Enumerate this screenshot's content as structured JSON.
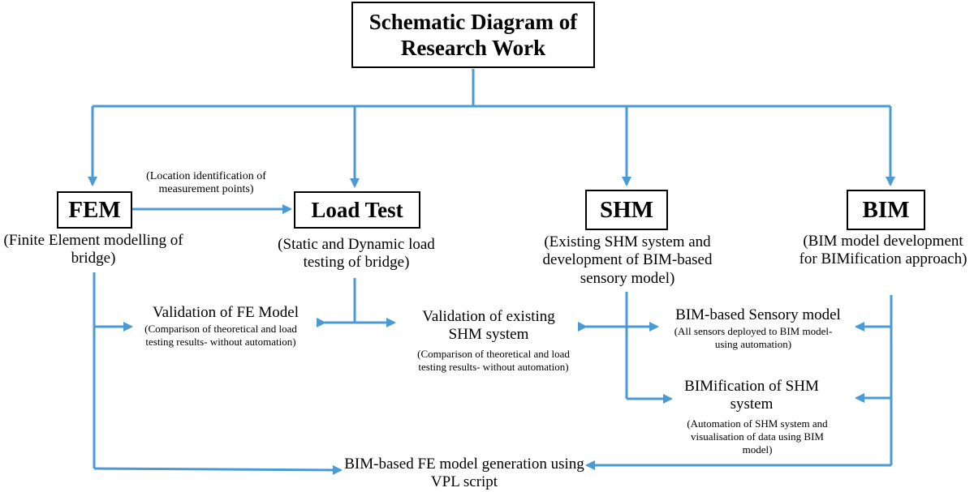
{
  "title": "Schematic Diagram of Research Work",
  "line_color": "#4a9ad4",
  "nodes": {
    "fem": {
      "label": "FEM",
      "desc": "(Finite Element modelling of bridge)"
    },
    "load_test": {
      "label": "Load Test",
      "desc": "(Static and Dynamic load testing of bridge)"
    },
    "shm": {
      "label": "SHM",
      "desc": "(Existing SHM system and development of BIM-based sensory model)"
    },
    "bim": {
      "label": "BIM",
      "desc": "(BIM model development for BIMification approach)"
    }
  },
  "edge_label_fem_load": "(Location identification of measurement points)",
  "outcomes": {
    "validation_fe": {
      "title": "Validation of FE Model",
      "desc": "(Comparison of theoretical and load testing results- without automation)"
    },
    "validation_shm": {
      "title": "Validation of existing SHM system",
      "desc": "(Comparison of theoretical and load testing results- without automation)"
    },
    "sensory_model": {
      "title": "BIM-based Sensory model",
      "desc": "(All sensors deployed to BIM model- using automation)"
    },
    "bimification": {
      "title": "BIMification of SHM system",
      "desc": "(Automation of SHM system and visualisation of data using BIM model)"
    },
    "fe_generation": {
      "title": "BIM-based FE model generation using VPL script"
    }
  }
}
